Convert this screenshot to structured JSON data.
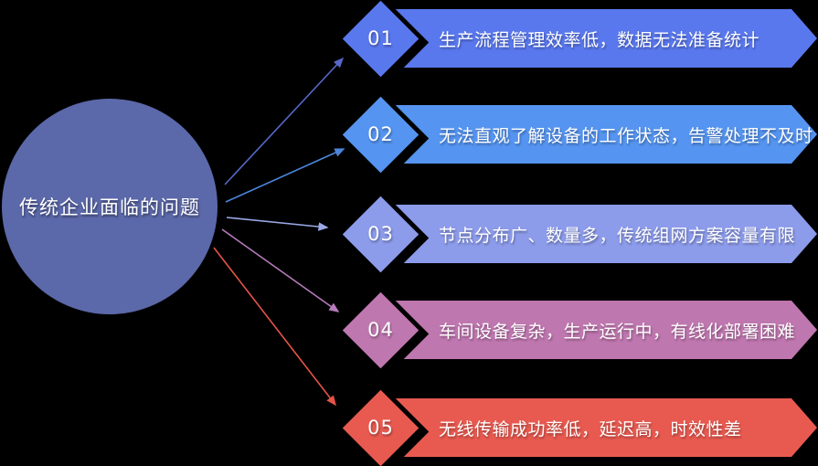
{
  "circle": {
    "label": "传统企业面临的问题"
  },
  "items": [
    {
      "number": "01",
      "text": "生产流程管理效率低，数据无法准备统计",
      "color": "#5A78EE",
      "arrow_color": "#5668C8"
    },
    {
      "number": "02",
      "text": "无法直观了解设备的工作状态，告警处理不及时",
      "color": "#5594F0",
      "arrow_color": "#4C86DC"
    },
    {
      "number": "03",
      "text": "节点分布广、数量多，传统组网方案容量有限",
      "color": "#8C9BEA",
      "arrow_color": "#9AA8E6"
    },
    {
      "number": "04",
      "text": "车间设备复杂，生产运行中，有线化部署困难",
      "color": "#BF77AF",
      "arrow_color": "#B77BBB"
    },
    {
      "number": "05",
      "text": "无线传输成功率低，延迟高，时效性差",
      "color": "#E85A50",
      "arrow_color": "#E4544A"
    }
  ],
  "colors": {
    "background": "#000000",
    "circle_fill": "#5B68A9",
    "text": "#FFFFFF"
  }
}
